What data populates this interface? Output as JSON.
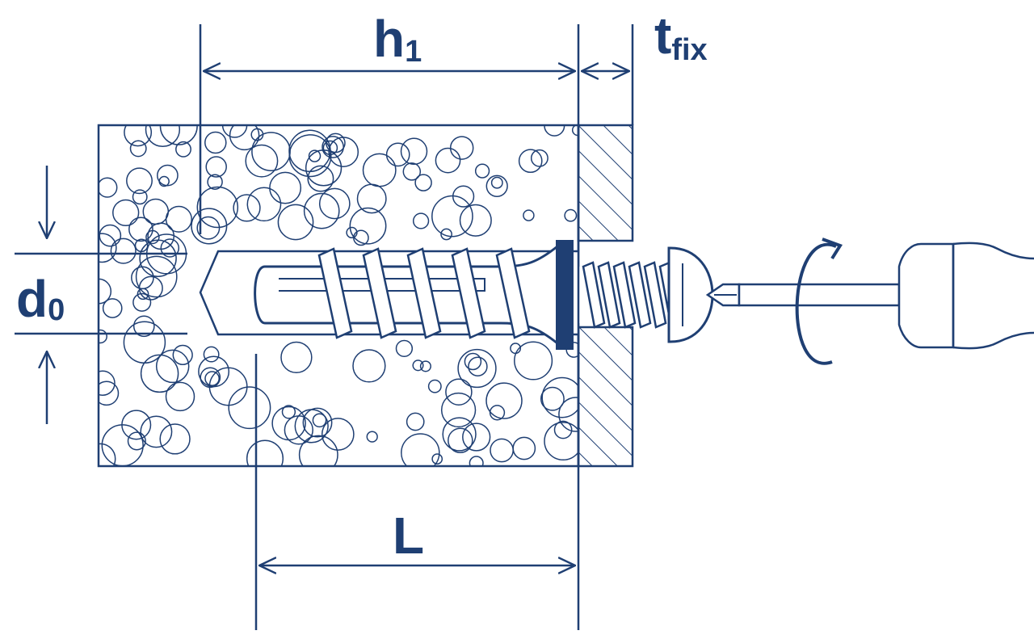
{
  "colors": {
    "ink": "#1f3f73",
    "background": "#ffffff"
  },
  "labels": {
    "h1_main": "h",
    "h1_sub": "1",
    "tfix_main": "t",
    "tfix_sub": "fix",
    "d0_main": "d",
    "d0_sub": "0",
    "L": "L"
  }
}
